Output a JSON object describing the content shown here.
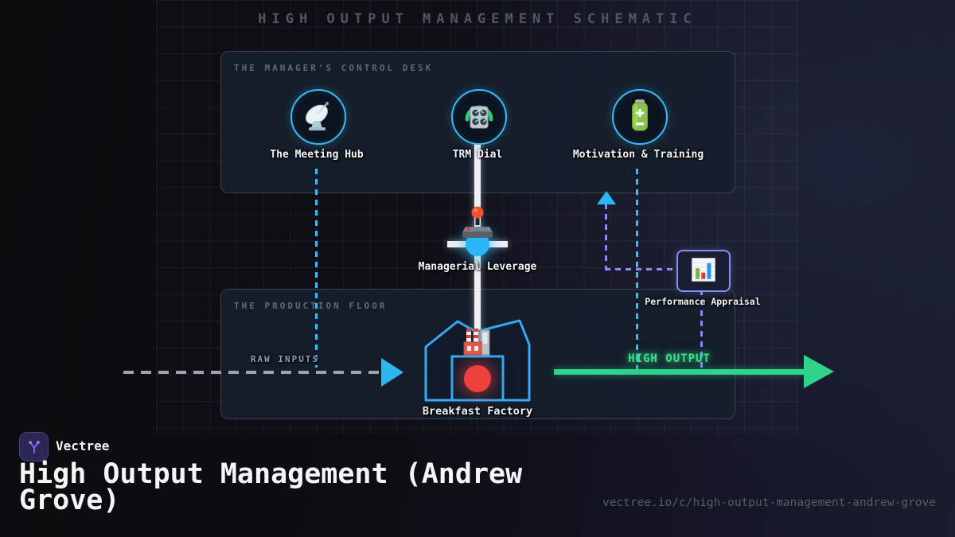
{
  "page": {
    "title": "HIGH OUTPUT MANAGEMENT SCHEMATIC",
    "footer": {
      "brand": "Vectree",
      "heading": "High Output Management (Andrew Grove)",
      "url": "vectree.io/c/high-output-management-andrew-grove"
    }
  },
  "diagram": {
    "control_desk": {
      "label": "THE MANAGER'S CONTROL DESK",
      "nodes": [
        {
          "label": "The Meeting Hub",
          "icon": "satellite-dish-icon"
        },
        {
          "label": "TRM Dial",
          "icon": "knob-panel-icon"
        },
        {
          "label": "Motivation & Training",
          "icon": "battery-icon"
        }
      ]
    },
    "leverage": {
      "label": "Managerial Leverage",
      "icon": "joystick-icon"
    },
    "production_floor": {
      "label": "THE PRODUCTION FLOOR",
      "factory_label": "Breakfast Factory",
      "factory_icon": "factory-icon"
    },
    "appraisal": {
      "label": "Performance Appraisal",
      "icon": "bar-chart-icon"
    },
    "flows": {
      "input_label": "RAW INPUTS",
      "output_label": "HIGH OUTPUT"
    },
    "colors": {
      "accent_cyan": "#38bdf8",
      "accent_green": "#2fd38a",
      "accent_purple": "#8a8cf2",
      "line_white": "#eef1f4",
      "dash_gray": "#9aa5b1",
      "red_dot": "#ef4040"
    }
  }
}
